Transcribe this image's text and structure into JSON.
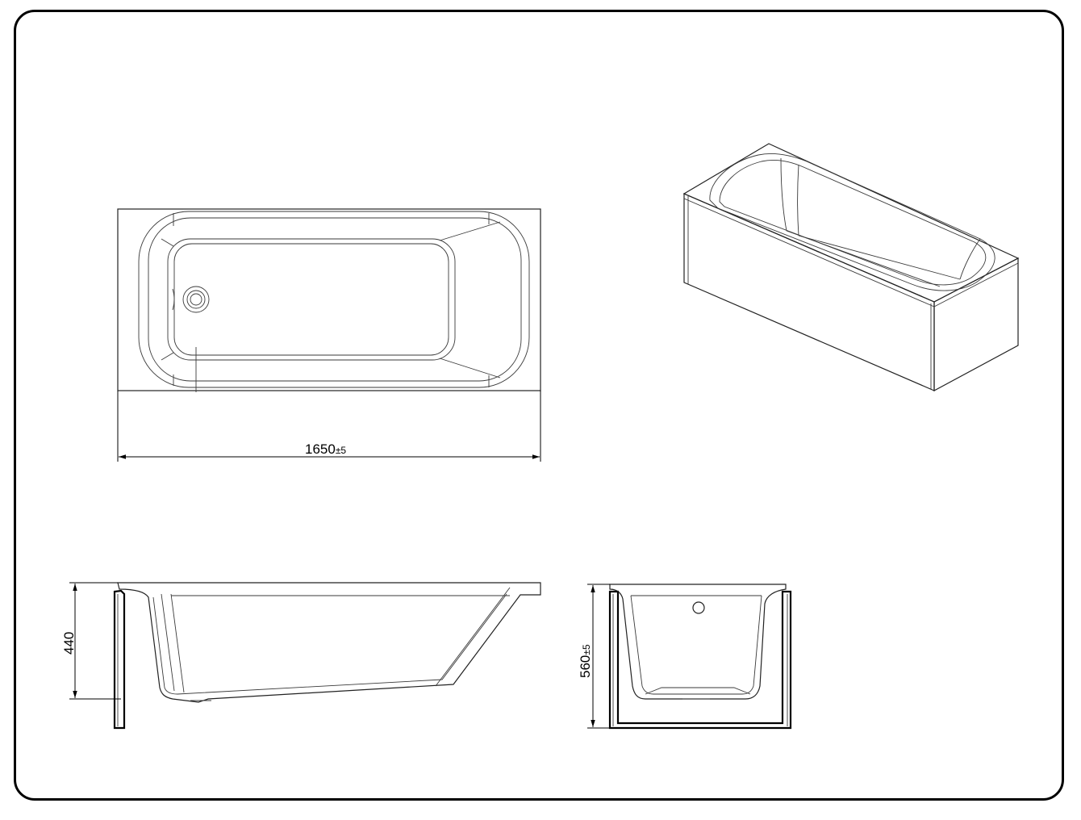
{
  "dimensions": {
    "length": {
      "value": "1650",
      "tolerance": "±5"
    },
    "side_height": {
      "value": "440"
    },
    "end_height": {
      "value": "560",
      "tolerance": "±5"
    }
  },
  "colors": {
    "line": "#000000",
    "background": "#ffffff"
  }
}
